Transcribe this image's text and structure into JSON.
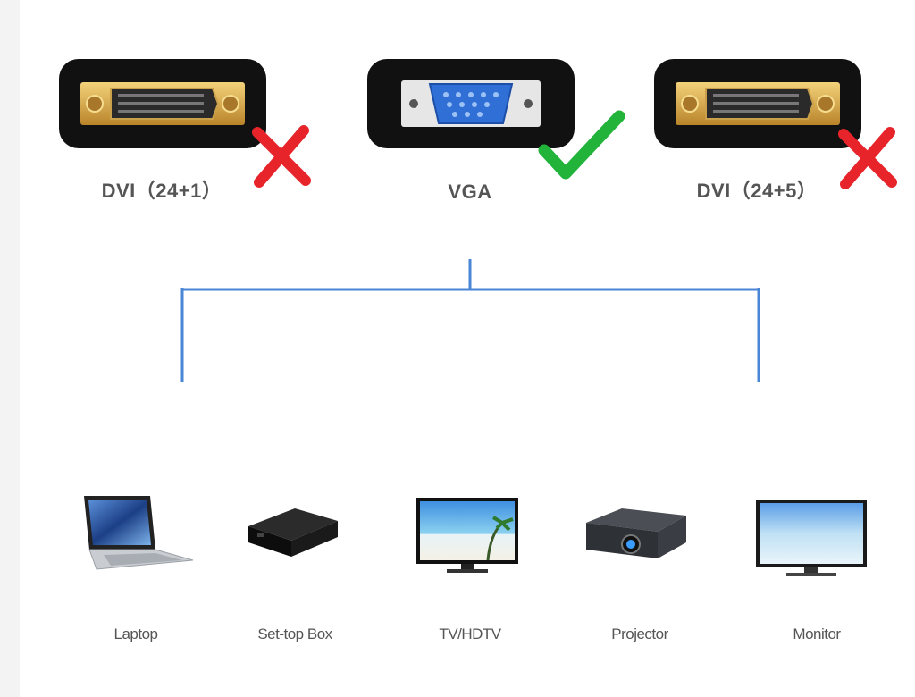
{
  "ports": [
    {
      "name": "DVI（24+1）",
      "status": "incompatible",
      "mark": "cross-icon"
    },
    {
      "name": "VGA",
      "status": "compatible",
      "mark": "checkmark-icon"
    },
    {
      "name": "DVI（24+5）",
      "status": "incompatible",
      "mark": "cross-icon"
    }
  ],
  "devices": [
    {
      "label": "Laptop",
      "icon": "laptop-icon"
    },
    {
      "label": "Set-top Box",
      "icon": "set-top-box-icon"
    },
    {
      "label": "TV/HDTV",
      "icon": "tv-icon"
    },
    {
      "label": "Projector",
      "icon": "projector-icon"
    },
    {
      "label": "Monitor",
      "icon": "monitor-icon"
    }
  ],
  "colors": {
    "line": "#4a86d6",
    "cross": "#e8242b",
    "check": "#22b33b",
    "label": "#555555",
    "vga_port": "#2f6fd6",
    "dvi_gold": "#d9a83c"
  }
}
